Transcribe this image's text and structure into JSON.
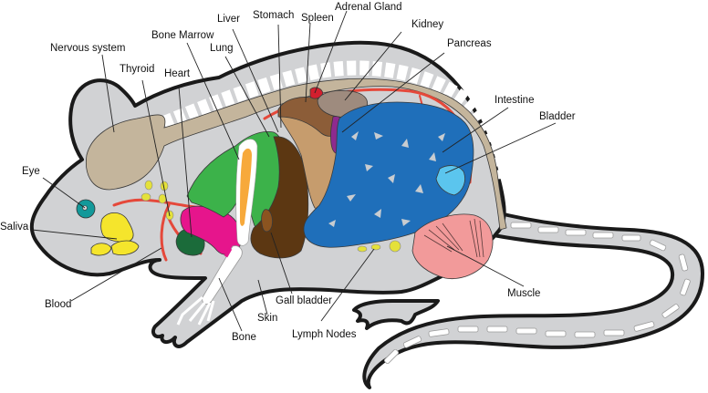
{
  "diagram": {
    "subject": "Mouse anatomy",
    "labels": [
      {
        "id": "nervous-system",
        "text": "Nervous system"
      },
      {
        "id": "thyroid",
        "text": "Thyroid"
      },
      {
        "id": "heart",
        "text": "Heart"
      },
      {
        "id": "bone-marrow",
        "text": "Bone Marrow"
      },
      {
        "id": "liver",
        "text": "Liver"
      },
      {
        "id": "lung",
        "text": "Lung"
      },
      {
        "id": "stomach",
        "text": "Stomach"
      },
      {
        "id": "spleen",
        "text": "Spleen"
      },
      {
        "id": "adrenal-gland",
        "text": "Adrenal Gland"
      },
      {
        "id": "kidney",
        "text": "Kidney"
      },
      {
        "id": "pancreas",
        "text": "Pancreas"
      },
      {
        "id": "intestine",
        "text": "Intestine"
      },
      {
        "id": "bladder",
        "text": "Bladder"
      },
      {
        "id": "eye",
        "text": "Eye"
      },
      {
        "id": "saliva",
        "text": "Saliva"
      },
      {
        "id": "blood",
        "text": "Blood"
      },
      {
        "id": "bone",
        "text": "Bone"
      },
      {
        "id": "skin",
        "text": "Skin"
      },
      {
        "id": "gall-bladder",
        "text": "Gall bladder"
      },
      {
        "id": "lymph-nodes",
        "text": "Lymph Nodes"
      },
      {
        "id": "muscle",
        "text": "Muscle"
      }
    ],
    "colors": {
      "body": "#d1d2d4",
      "outline": "#1a1a1a",
      "nervous": "#c4b59c",
      "eye": "#13999a",
      "saliva": "#f5e52c",
      "lymph": "#e4e13a",
      "blood": "#e5483a",
      "thyroid": "#1b6b3a",
      "heart": "#e6158c",
      "lung": "#3cb24a",
      "bone_marrow": "#f7a93b",
      "liver": "#5c3712",
      "stomach": "#c69c6d",
      "spleen": "#8c5d38",
      "adrenal": "#d31f2e",
      "kidney": "#9e8b7e",
      "pancreas": "#8e2a8f",
      "intestine": "#1f6fba",
      "bladder": "#5bc5ee",
      "muscle": "#f29a9a",
      "gall": "#8b5420"
    }
  }
}
